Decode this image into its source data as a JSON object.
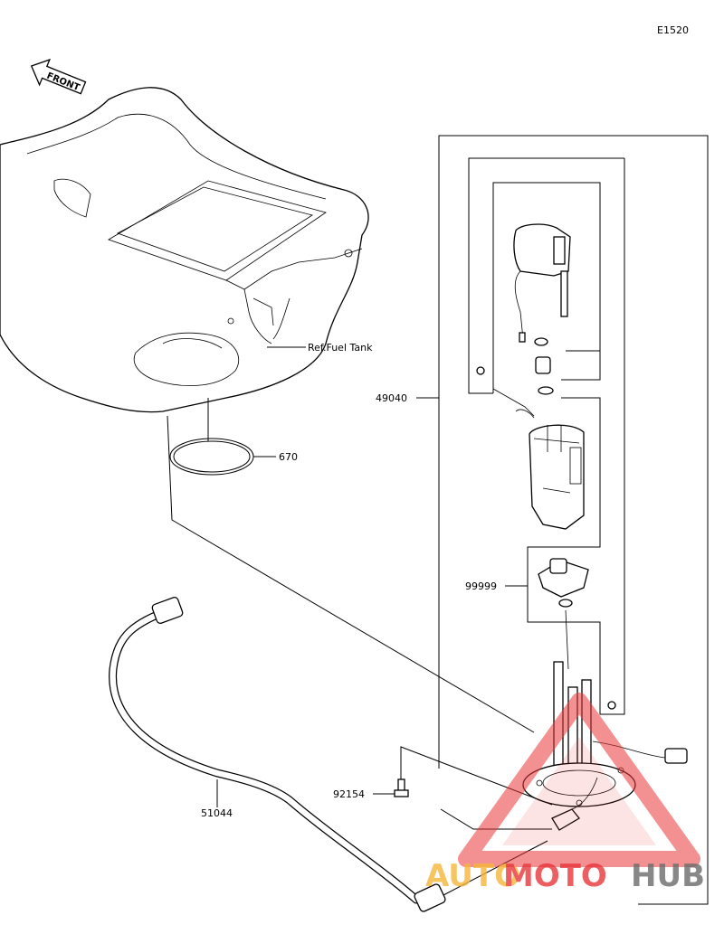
{
  "diagram_code": "E1520",
  "direction_label": "FRONT",
  "reference_label": "Ref.Fuel Tank",
  "parts": {
    "gasket": "670",
    "pump_assembly": "49040",
    "subassembly": "99999",
    "bolt": "92154",
    "hose": "51044"
  },
  "watermark": {
    "part1": "AUTO",
    "part2": "MOTO",
    "part3": "HUB",
    "color_orange": "#f5b73a",
    "color_red": "#e8363a",
    "color_gray": "#6b6b6b"
  }
}
